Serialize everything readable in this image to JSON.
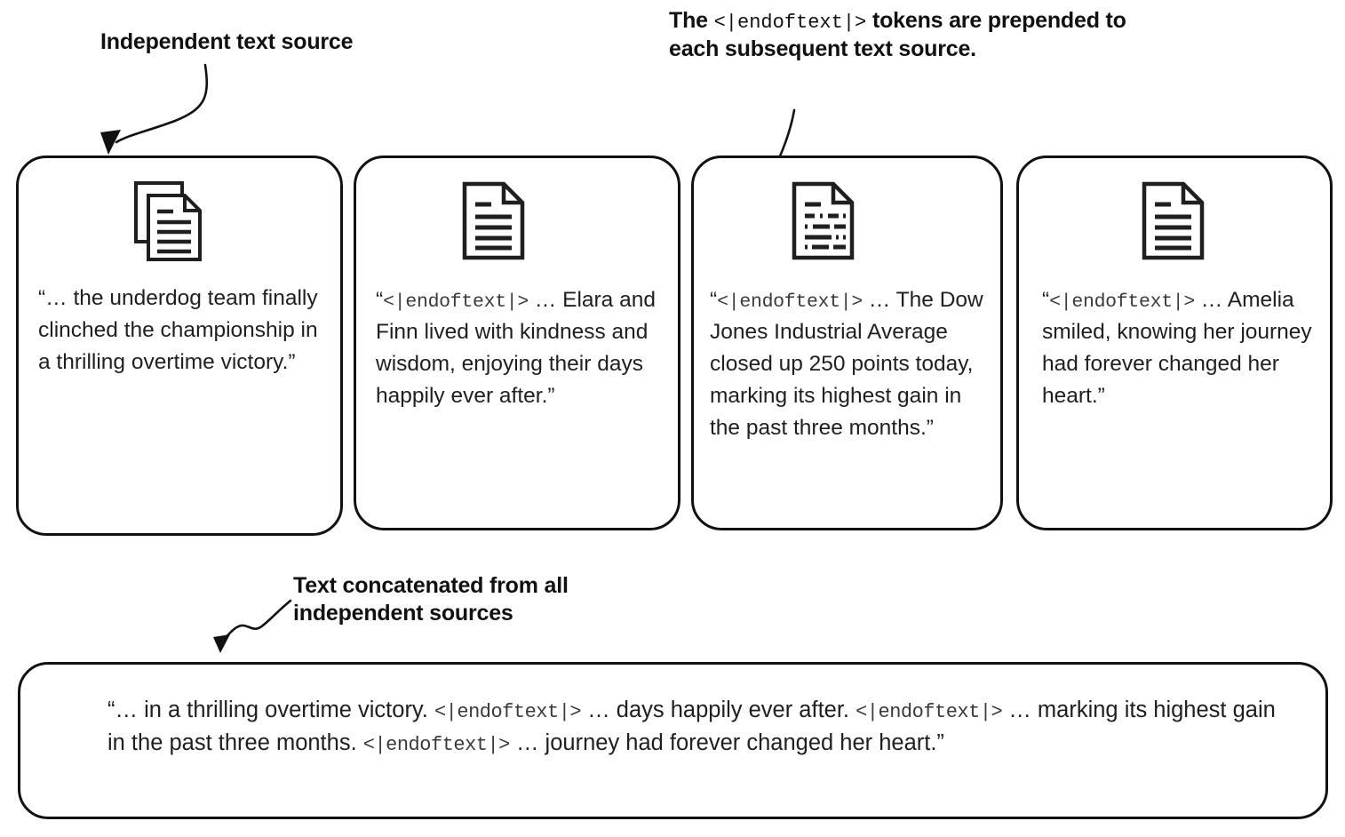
{
  "annotations": {
    "independent_source": "Independent text source",
    "endoftext_note_before": "The ",
    "endoftext_note_token": "<|endoftext|>",
    "endoftext_note_after": " tokens are prepended to each subsequent text source.",
    "concatenated": "Text concatenated from all\nindependent sources"
  },
  "cards": [
    {
      "icon": "documents-stacked-icon",
      "prefix": "“… ",
      "token": "",
      "body": "the underdog team finally clinched the championship in a thrilling overtime victory.”"
    },
    {
      "icon": "document-page-icon",
      "prefix": "“",
      "token": "<|endoftext|>",
      "body": " … Elara and Finn lived with kindness and wisdom, enjoying their days happily ever after.”"
    },
    {
      "icon": "document-report-icon",
      "prefix": "“",
      "token": "<|endoftext|>",
      "body": " … The Dow Jones Industrial Average closed up 250 points today, marking its highest gain in the past three months.”"
    },
    {
      "icon": "document-page-icon",
      "prefix": "“",
      "token": "<|endoftext|>",
      "body": " … Amelia smiled, knowing her journey had forever changed her heart.”"
    }
  ],
  "concatenated_output": {
    "segment_1": "“… in a thrilling overtime victory. ",
    "token_1": "<|endoftext|>",
    "segment_2": " … days happily ever after. ",
    "token_2": "<|endoftext|>",
    "segment_3": " … marking its highest gain in the past three months. ",
    "token_3": "<|endoftext|>",
    "segment_4": " … journey had forever changed her heart.”"
  },
  "colors": {
    "ink": "#111111",
    "text": "#1f1f1f",
    "mono": "#3a3a3a",
    "background": "#ffffff"
  }
}
